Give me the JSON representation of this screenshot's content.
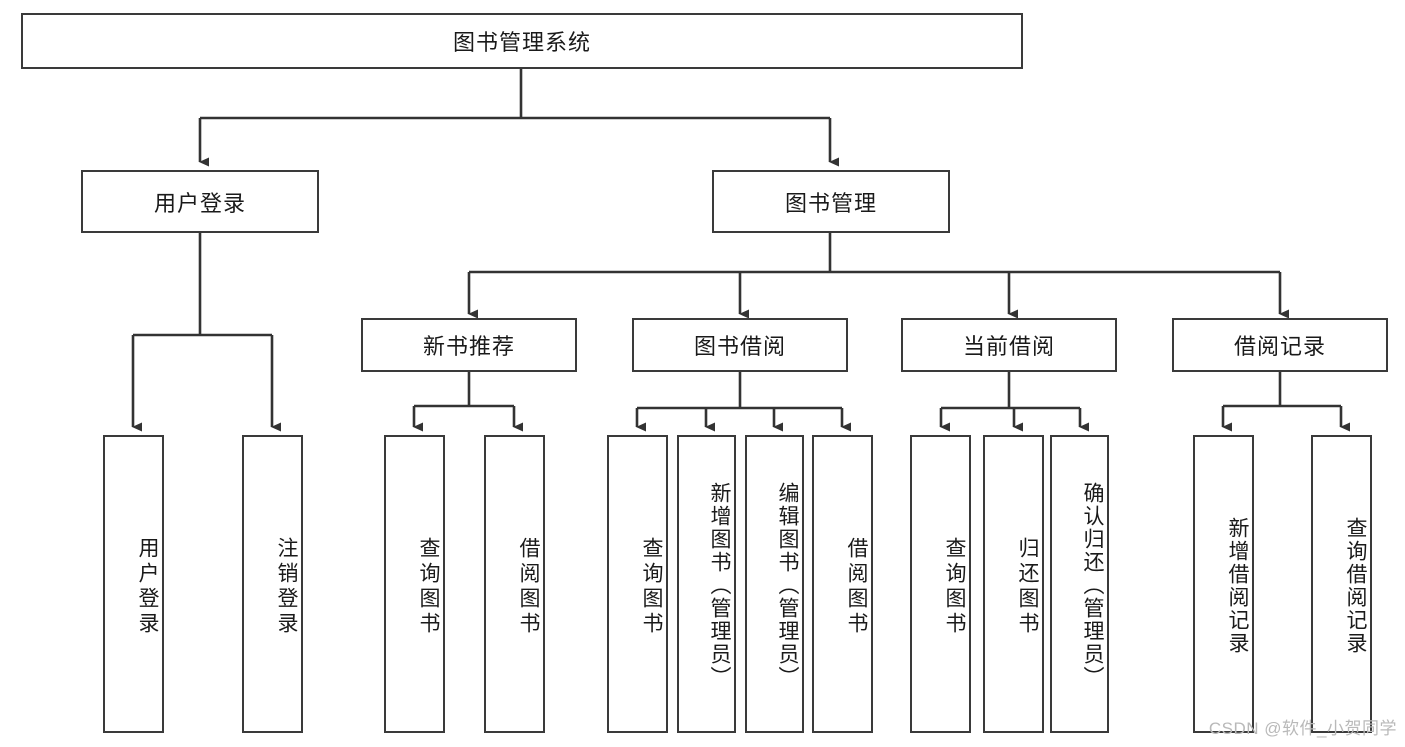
{
  "diagram": {
    "type": "org-tree",
    "title": "图书管理系统",
    "watermark": "CSDN @软件_小贺同学",
    "colors": {
      "box_border": "#3a3a3a",
      "box_fill": "#ffffff",
      "connector": "#333333",
      "text": "#1a1a1a",
      "watermark": "#b9b9b9"
    },
    "nodes": {
      "root": {
        "label": "图书管理系统"
      },
      "level2": [
        {
          "id": "user-login",
          "label": "用户登录"
        },
        {
          "id": "book-management",
          "label": "图书管理"
        }
      ],
      "level3": [
        {
          "id": "new-book-recommend",
          "label": "新书推荐"
        },
        {
          "id": "book-borrow",
          "label": "图书借阅"
        },
        {
          "id": "current-borrow",
          "label": "当前借阅"
        },
        {
          "id": "borrow-record",
          "label": "借阅记录"
        }
      ],
      "leaves": {
        "user-login": [
          {
            "id": "leaf-user-login",
            "label": "用户登录"
          },
          {
            "id": "leaf-logout",
            "label": "注销登录"
          }
        ],
        "new-book-recommend": [
          {
            "id": "leaf-query-book-1",
            "label": "查询图书"
          },
          {
            "id": "leaf-borrow-book-1",
            "label": "借阅图书"
          }
        ],
        "book-borrow": [
          {
            "id": "leaf-query-book-2",
            "label": "查询图书"
          },
          {
            "id": "leaf-add-book",
            "label": "新增图书（管理员）"
          },
          {
            "id": "leaf-edit-book",
            "label": "编辑图书（管理员）"
          },
          {
            "id": "leaf-borrow-book-2",
            "label": "借阅图书"
          }
        ],
        "current-borrow": [
          {
            "id": "leaf-query-book-3",
            "label": "查询图书"
          },
          {
            "id": "leaf-return-book",
            "label": "归还图书"
          },
          {
            "id": "leaf-confirm-return",
            "label": "确认归还（管理员）"
          }
        ],
        "borrow-record": [
          {
            "id": "leaf-add-record",
            "label": "新增借阅记录"
          },
          {
            "id": "leaf-query-record",
            "label": "查询借阅记录"
          }
        ]
      }
    }
  }
}
